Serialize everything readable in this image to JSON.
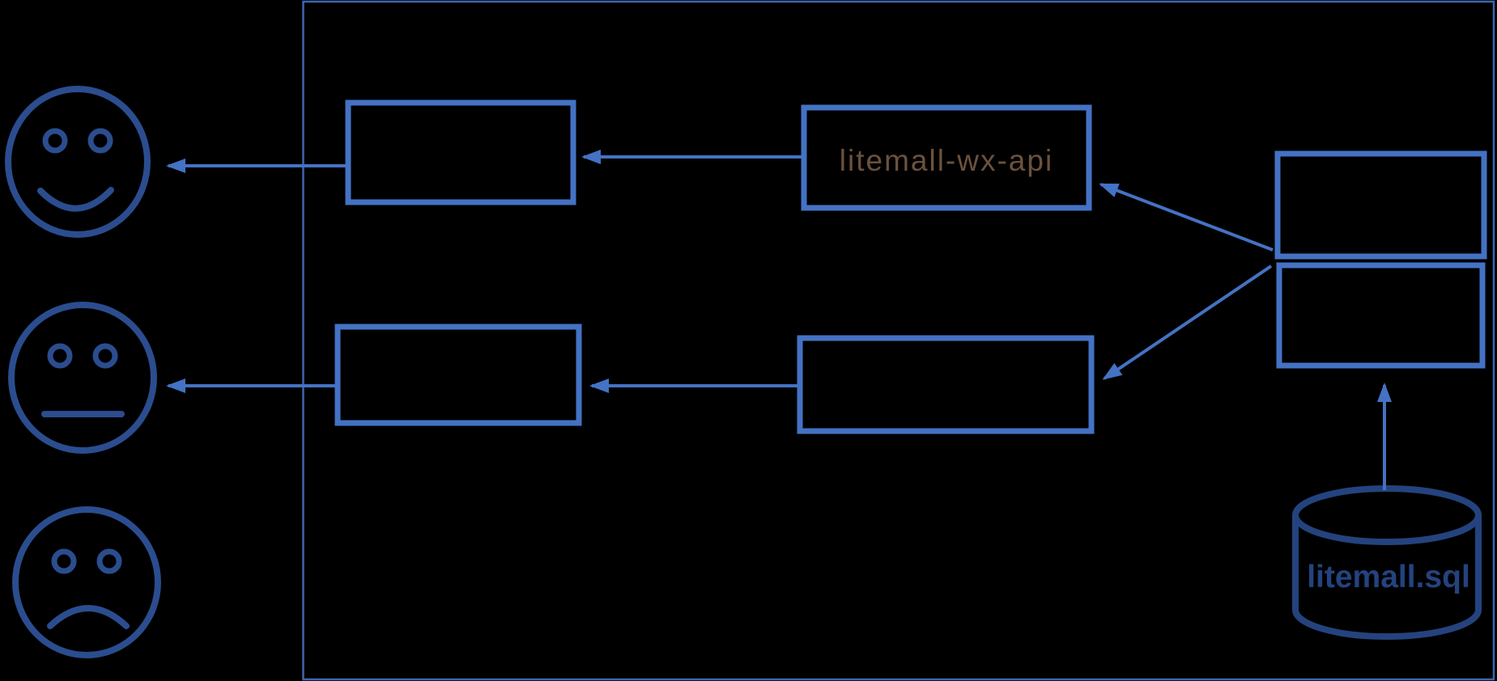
{
  "diagram": {
    "background_color": "#000000",
    "colors": {
      "node_border": "#4472C4",
      "arrow": "#4472C4",
      "container_border": "#3E66B0",
      "actor_stroke": "#2B4D8F",
      "database_stroke": "#24437E",
      "wx_api_label_color": "#6B523C",
      "database_label_color": "#24437E"
    },
    "actors": [
      {
        "id": "user-happy",
        "icon": "happy-face-icon"
      },
      {
        "id": "user-neutral",
        "icon": "neutral-face-icon"
      },
      {
        "id": "user-sad",
        "icon": "sad-face-icon"
      }
    ],
    "nodes": {
      "row1_left_box": {
        "label": ""
      },
      "wx_api_box": {
        "label": "litemall-wx-api"
      },
      "row2_left_box": {
        "label": ""
      },
      "row2_middle_box": {
        "label": ""
      },
      "right_stack_top_box": {
        "label": ""
      },
      "right_stack_bottom_box": {
        "label": ""
      }
    },
    "database": {
      "icon": "database-cylinder-icon",
      "label": "litemall.sql"
    },
    "arrow_count": 7
  }
}
